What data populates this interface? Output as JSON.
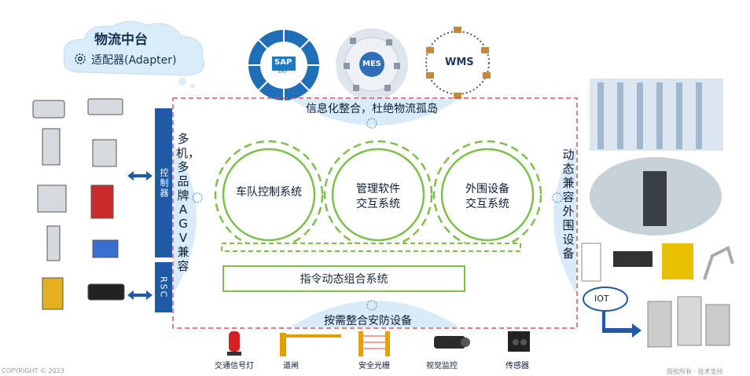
{
  "cloud": {
    "title": "物流中台",
    "subtitle": "适配器(Adapter)"
  },
  "systems": [
    {
      "name": "SAP",
      "sub": "ERP"
    },
    {
      "name": "MES"
    },
    {
      "name": "WMS"
    }
  ],
  "top_banner": "信息化整合，杜绝物流孤岛",
  "left_vertical": "多机，多品牌AGV兼容",
  "right_vertical": "动态兼容外围设备",
  "controller_label": "控制器",
  "rsc_label": "RSC",
  "gears": [
    {
      "label": "车队控制系统"
    },
    {
      "label": "管理软件\n交互系统"
    },
    {
      "label": "外围设备\n交互系统"
    }
  ],
  "command_system": "指令动态组合系统",
  "bottom_banner": "按需整合安防设备",
  "iot_label": "IOT",
  "devices": [
    "交通信号灯",
    "道闸",
    "安全光栅",
    "视觉监控",
    "传感器"
  ],
  "footer_left": "COPYRIGHT © 2023",
  "footer_right": "版权所有 · 技术支持",
  "colors": {
    "accent_blue": "#1f5aa6",
    "gear_green": "#7cc04a",
    "dashed_red": "#e0505a",
    "light_blue": "#cfe6f7"
  }
}
